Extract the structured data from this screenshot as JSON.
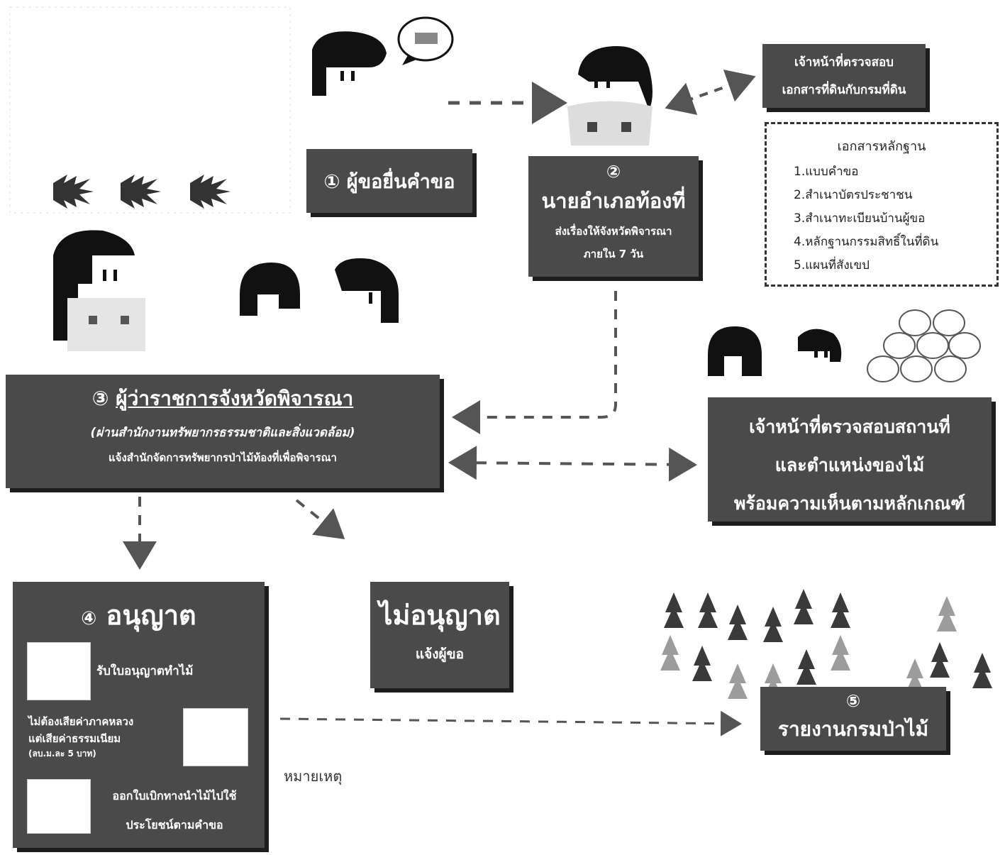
{
  "step1": {
    "num": "①",
    "text": "ผู้ขอยื่นคำขอ"
  },
  "step2": {
    "num": "②",
    "title": "นายอำเภอท้องที่",
    "sub1": "ส่งเรื่องให้จังหวัดพิจารณา",
    "sub2": "ภายใน 7 วัน"
  },
  "inspector_docs": {
    "line1": "เจ้าหน้าที่ตรวจสอบ",
    "line2": "เอกสารที่ดินกับกรมที่ดิน"
  },
  "evidence": {
    "title": "เอกสารหลักฐาน",
    "items": [
      "1.แบบคำขอ",
      "2.สำเนาบัตรประชาชน",
      "3.สำเนาทะเบียนบ้านผู้ขอ",
      "4.หลักฐานกรรมสิทธิ์ในที่ดิน",
      "5.แผนที่สังเขป"
    ]
  },
  "step3": {
    "num": "③",
    "title": "ผู้ว่าราชการจังหวัดพิจารณา",
    "sub1": "(ผ่านสำนักงานทรัพยากรธรรมชาติและสิ่งแวดล้อม)",
    "sub2": "แจ้งสำนักจัดการทรัพยากรป่าไม้ท้องที่เพื่อพิจารณา"
  },
  "inspector_site": {
    "line1": "เจ้าหน้าที่ตรวจสอบสถานที่",
    "line2": "และตำแหน่งของไม้",
    "line3": "พร้อมความเห็นตามหลักเกณฑ์"
  },
  "step4": {
    "num": "④",
    "title": "อนุญาต",
    "item1": "รับใบอนุญาตทำไม้",
    "item2a": "ไม่ต้องเสียค่าภาคหลวง",
    "item2b": "แต่เสียค่าธรรมเนียม",
    "item2c": "(ลบ.ม.ละ 5 บาท)",
    "item3a": "ออกใบเบิกทางนำไม้ไปใช้",
    "item3b": "ประโยชน์ตามคำขอ"
  },
  "deny": {
    "title": "ไม่อนุญาต",
    "sub": "แจ้งผู้ขอ"
  },
  "step5": {
    "num": "⑤",
    "title": "รายงานกรมป่าไม้"
  },
  "note": "หมายเหตุ",
  "colors": {
    "box": "#4a4a4a",
    "shadow": "#1d1d1d",
    "arrow": "#555555",
    "tree": "#3a3a3a"
  }
}
